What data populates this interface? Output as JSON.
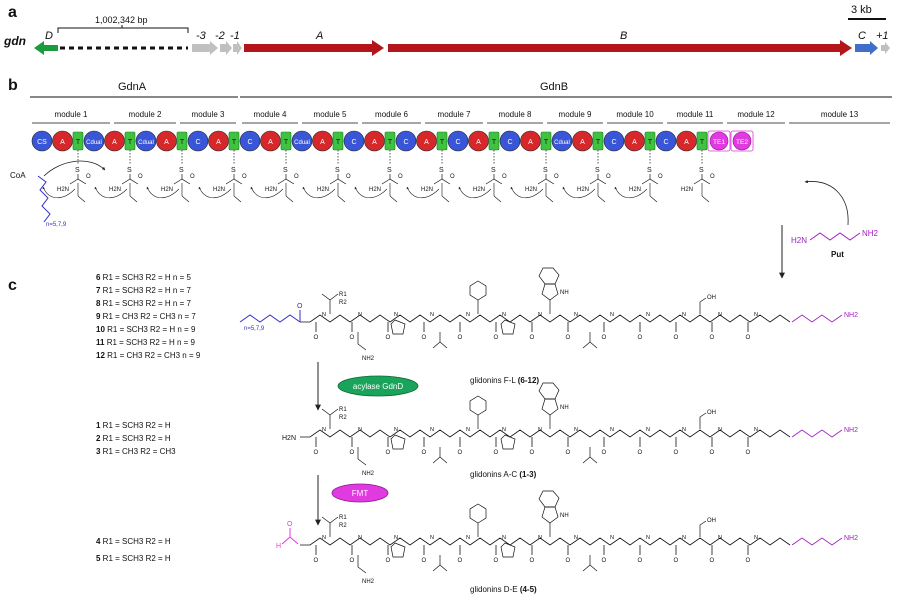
{
  "panels": {
    "a": "a",
    "b": "b",
    "c": "c"
  },
  "panel_a": {
    "gene_cluster": "gdn",
    "distance_label": "1,002,342 bp",
    "scale_label": "3 kb",
    "genes": {
      "D": "D",
      "m3": "-3",
      "m2": "-2",
      "m1": "-1",
      "A": "A",
      "B": "B",
      "C": "C",
      "p1": "+1"
    },
    "colors": {
      "D": "#1a9b3c",
      "A": "#b4151b",
      "B": "#b4151b",
      "C": "#3f6fc8",
      "flank": "#c0c0c0"
    }
  },
  "panel_b": {
    "proteins": {
      "gdnA": "GdnA",
      "gdnB": "GdnB"
    },
    "modules": [
      "module 1",
      "module 2",
      "module 3",
      "module 4",
      "module 5",
      "module 6",
      "module 7",
      "module 8",
      "module 9",
      "module 10",
      "module 11",
      "module 12",
      "module 13"
    ],
    "domains": [
      "CS",
      "A",
      "T",
      "Cdual",
      "A",
      "T",
      "Cdual",
      "A",
      "T",
      "C",
      "A",
      "T",
      "C",
      "A",
      "T",
      "Cdual",
      "A",
      "T",
      "C",
      "A",
      "T",
      "C",
      "A",
      "T",
      "C",
      "A",
      "T",
      "C",
      "A",
      "T",
      "Cdual",
      "A",
      "T",
      "C",
      "A",
      "T",
      "C",
      "A",
      "T",
      "TE1",
      "TE2"
    ],
    "domain_labels": {
      "CS": "CS",
      "A": "A",
      "T": "T",
      "C": "C",
      "Cdual": "Cdual",
      "TE1": "TE1",
      "TE2": "TE2"
    },
    "small_labels": {
      "coa": "CoA",
      "n_chain": "n=5,7,9",
      "s": "S",
      "o": "O",
      "h2n": "H2N",
      "r1": "R1",
      "r2": "R2",
      "nh2": "NH2",
      "oh": "OH",
      "nh": "NH"
    },
    "putrescine": {
      "label": "Put",
      "h2n": "H2N",
      "nh2": "NH2"
    },
    "colors": {
      "C": "#3a56d8",
      "A": "#d6282a",
      "T": "#3fc23f",
      "TE": "#e03ae0"
    }
  },
  "panel_c": {
    "legend_group1": [
      {
        "num": "6",
        "text": "R1 = SCH3 R2 = H n = 5"
      },
      {
        "num": "7",
        "text": "R1 = SCH3 R2 = H n = 7"
      },
      {
        "num": "8",
        "text": "R1 = SCH3 R2 = H n = 7"
      },
      {
        "num": "9",
        "text": "R1 = CH3 R2 = CH3 n = 7"
      },
      {
        "num": "10",
        "text": "R1 = SCH3 R2 = H n = 9"
      },
      {
        "num": "11",
        "text": "R1 = SCH3 R2 = H n = 9"
      },
      {
        "num": "12",
        "text": "R1 = CH3 R2 = CH3 n = 9"
      }
    ],
    "legend_group2": [
      {
        "num": "1",
        "text": "R1 = SCH3 R2 = H"
      },
      {
        "num": "2",
        "text": "R1 = SCH3 R2 = H"
      },
      {
        "num": "3",
        "text": "R1 = CH3 R2 = CH3"
      }
    ],
    "legend_group3": [
      {
        "num": "4",
        "text": "R1 = SCH3 R2 = H"
      },
      {
        "num": "5",
        "text": "R1 = SCH3 R2 = H"
      }
    ],
    "enzymes": {
      "acylase": "acylase GdnD",
      "fmt": "FMT"
    },
    "compounds": {
      "fl": {
        "name": "glidonins F-L",
        "ids": "(6-12)"
      },
      "ac": {
        "name": "glidonins A-C",
        "ids": "(1-3)"
      },
      "de": {
        "name": "glidonins D-E",
        "ids": "(4-5)"
      }
    },
    "chain_label": "n=5,7,9",
    "colors": {
      "acylase": "#1aa35a",
      "fmt": "#e03ae0",
      "lipid": "#3030c8",
      "formyl": "#e03ae0",
      "put": "#a020c0"
    }
  }
}
